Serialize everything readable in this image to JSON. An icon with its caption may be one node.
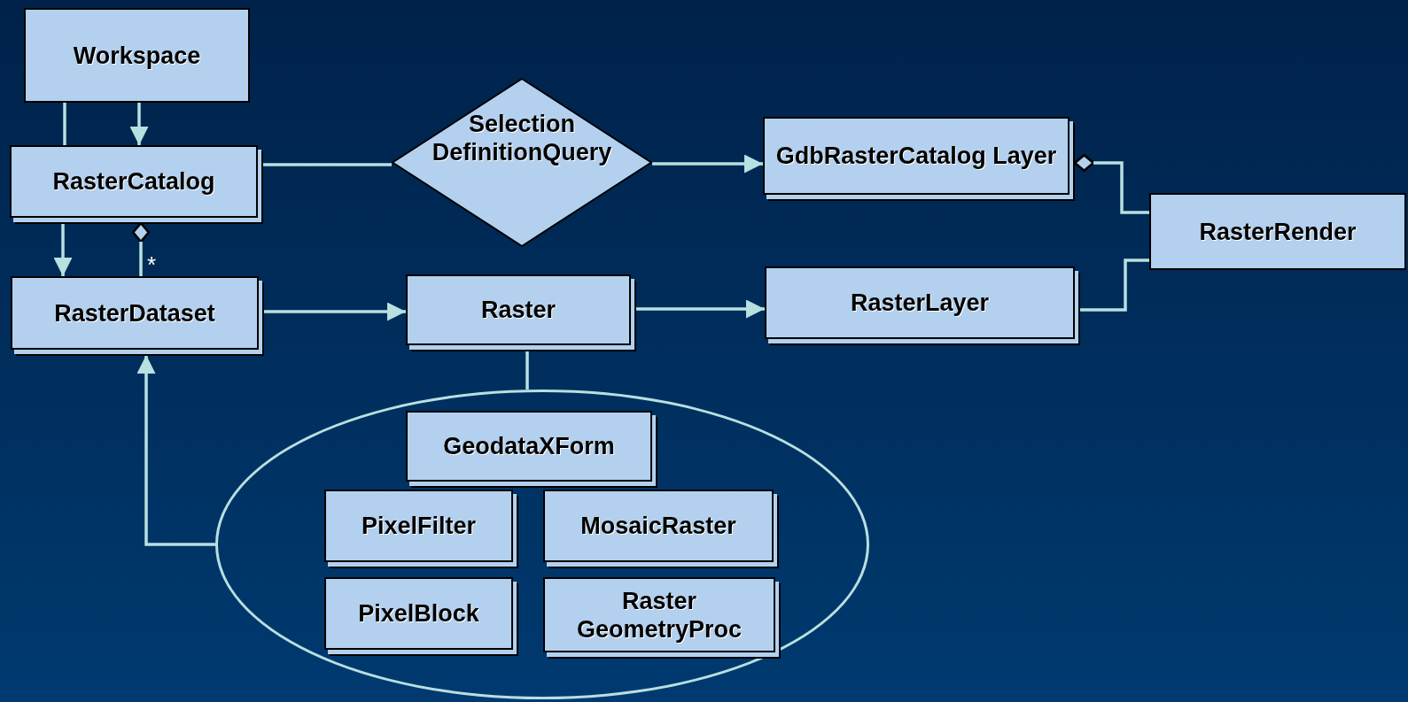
{
  "diagram": {
    "nodes": [
      {
        "text": [
          "Workspace"
        ]
      },
      {
        "text": [
          "RasterCatalog"
        ]
      },
      {
        "text": [
          "Selection DefinitionQuery"
        ]
      },
      {
        "text": [
          "GdbRasterCatalog Layer"
        ]
      },
      {
        "text": [
          "RasterRender"
        ]
      },
      {
        "text": [
          "RasterDataset"
        ]
      },
      {
        "text": [
          "Raster"
        ]
      },
      {
        "text": [
          "RasterLayer"
        ]
      },
      {
        "text": [],
        "shape": "ellipse"
      },
      {
        "text": [
          "GeodataXForm"
        ],
        "in": 8
      },
      {
        "text": [
          "PixelFilter"
        ],
        "in": 8
      },
      {
        "text": [
          "MosaicRaster"
        ],
        "in": 8
      },
      {
        "text": [
          "PixelBlock"
        ],
        "in": 8
      },
      {
        "text": [
          "Raster GeometryProc"
        ],
        "in": 8
      }
    ],
    "edges": [
      {
        "from": 0,
        "to": 1,
        "arrow": "to"
      },
      {
        "from": 0,
        "to": 1,
        "arrow": "none"
      },
      {
        "from": 1,
        "to": 5,
        "arrow": "to"
      },
      {
        "from": 1,
        "to": 5,
        "arrow": "other",
        "label": "*"
      },
      {
        "from": 1,
        "to": 2,
        "arrow": "none"
      },
      {
        "from": 2,
        "to": 3,
        "arrow": "to"
      },
      {
        "from": 5,
        "to": 6,
        "arrow": "to"
      },
      {
        "from": 6,
        "to": 7,
        "arrow": "to"
      },
      {
        "from": 3,
        "to": 4,
        "arrow": "other"
      },
      {
        "from": 7,
        "to": 4,
        "arrow": "none"
      },
      {
        "from": 6,
        "to": 8,
        "arrow": "none"
      },
      {
        "from": 8,
        "to": 5,
        "arrow": "to"
      }
    ]
  }
}
